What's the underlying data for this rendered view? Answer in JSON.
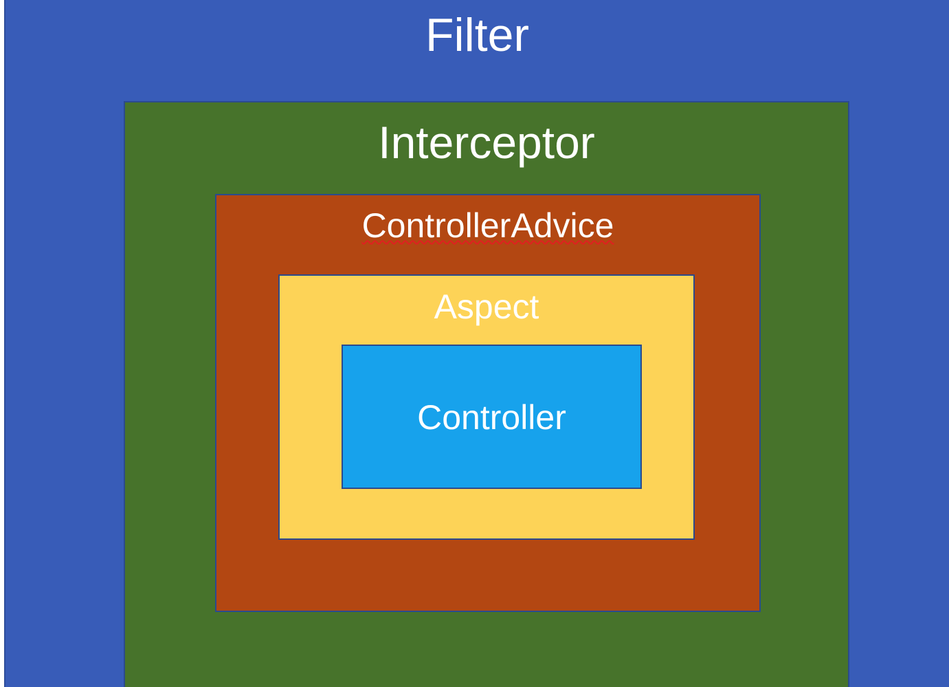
{
  "layers": {
    "filter": {
      "label": "Filter",
      "color": "#385cb8"
    },
    "interceptor": {
      "label": "Interceptor",
      "color": "#47732b"
    },
    "controller_advice": {
      "label": "ControllerAdvice",
      "color": "#b34712"
    },
    "aspect": {
      "label": "Aspect",
      "color": "#fdd357"
    },
    "controller": {
      "label": "Controller",
      "color": "#17a2ec"
    }
  },
  "colors": {
    "text": "#ffffff",
    "border": "#2b4a8e",
    "spellcheck_underline": "#e02020"
  }
}
